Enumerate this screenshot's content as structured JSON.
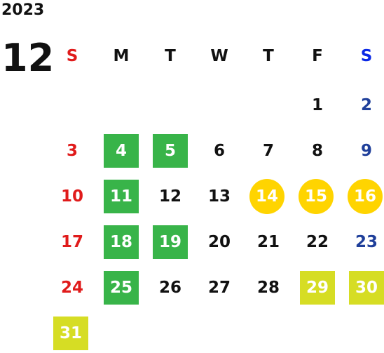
{
  "year": "2023",
  "month": "12",
  "weekdays": [
    "S",
    "M",
    "T",
    "W",
    "T",
    "F",
    "S"
  ],
  "days": [
    "1",
    "2",
    "3",
    "4",
    "5",
    "6",
    "7",
    "8",
    "9",
    "10",
    "11",
    "12",
    "13",
    "14",
    "15",
    "16",
    "17",
    "18",
    "19",
    "20",
    "21",
    "22",
    "23",
    "24",
    "25",
    "26",
    "27",
    "28",
    "29",
    "30",
    "31"
  ],
  "colors": {
    "sunday": "#e01b1b",
    "saturday": "#1f3f9a",
    "green_highlight": "#38b449",
    "gold_highlight": "#ffd400",
    "lime_highlight": "#d6dd24"
  }
}
